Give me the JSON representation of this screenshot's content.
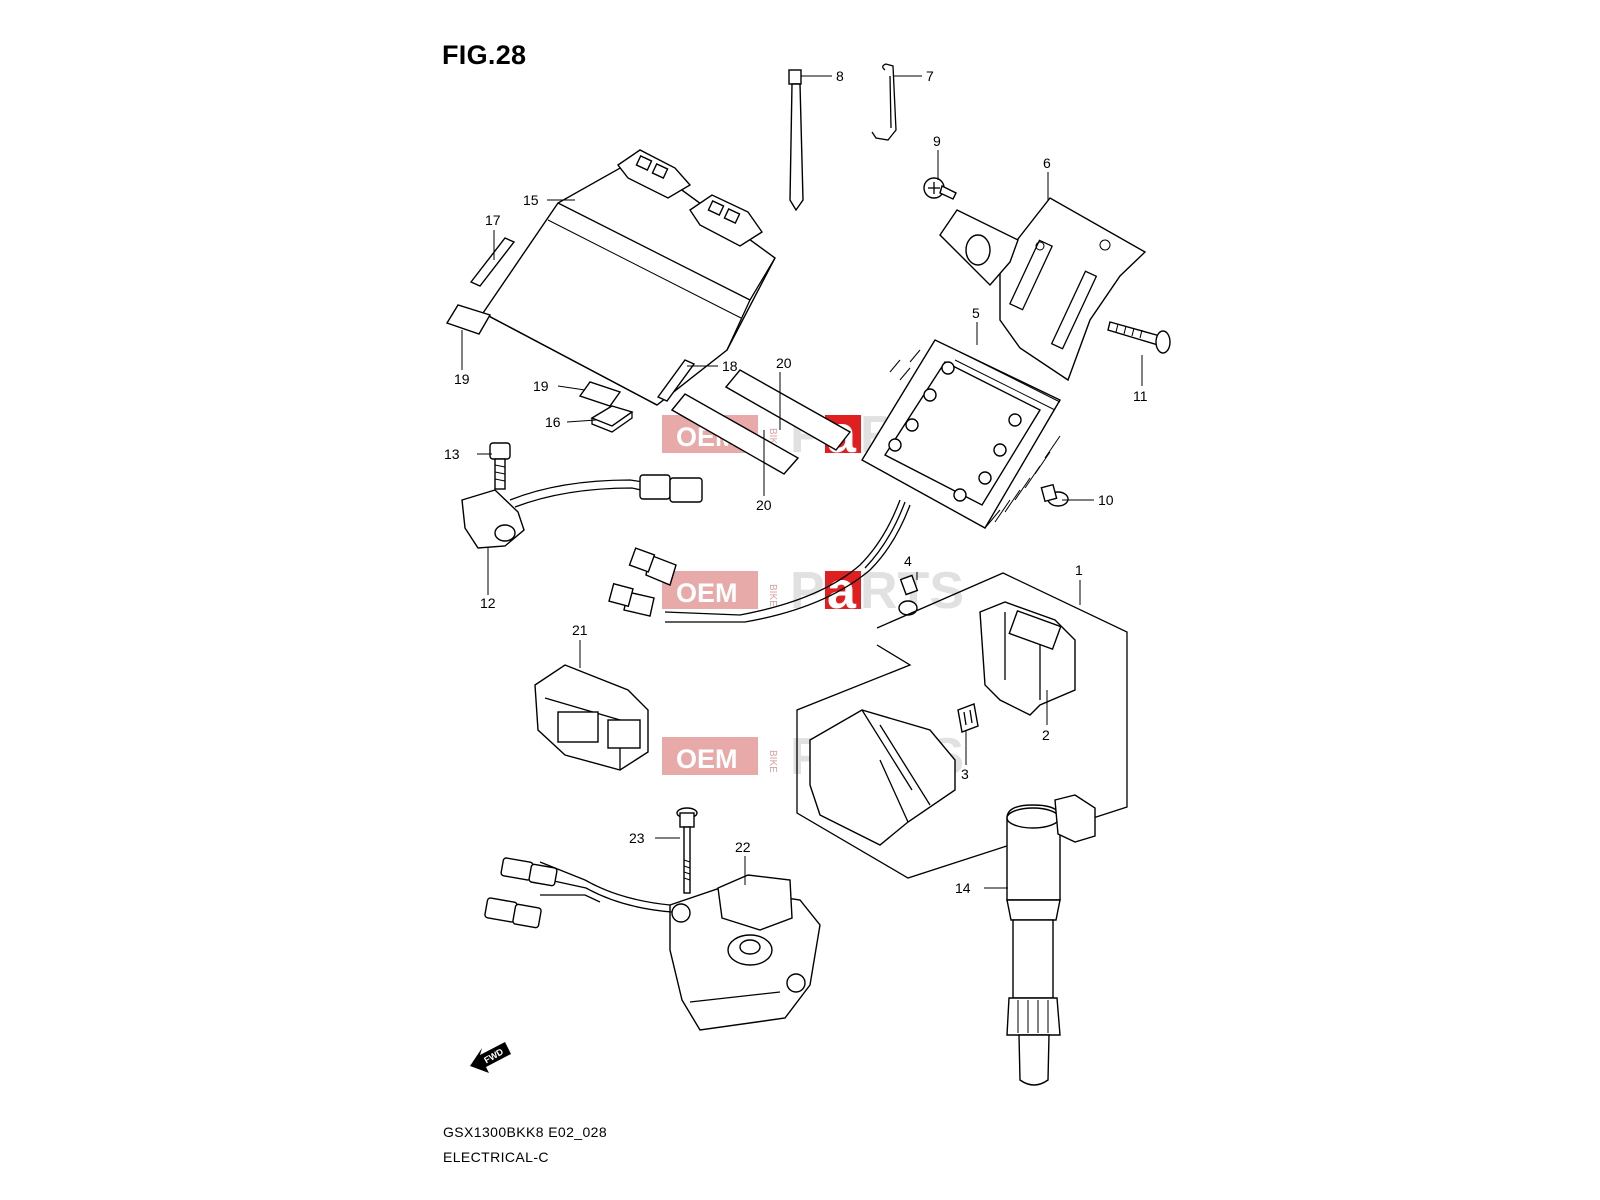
{
  "figure": {
    "title": "FIG.28",
    "model_code": "GSX1300BKK8 E02_028",
    "section": "ELECTRICAL-C"
  },
  "watermark": {
    "brand": "OEM",
    "tag": "BIKE",
    "word_start": "P",
    "word_accent": "a",
    "word_end": "RTS",
    "brand_color": "#e8a9a9",
    "accent_color": "#e02020"
  },
  "fwd_arrow": {
    "label": "FWD"
  },
  "callouts": {
    "c1": "1",
    "c2": "2",
    "c3": "3",
    "c4": "4",
    "c5": "5",
    "c6": "6",
    "c7": "7",
    "c8": "8",
    "c9": "9",
    "c10": "10",
    "c11": "11",
    "c12": "12",
    "c13": "13",
    "c14": "14",
    "c15": "15",
    "c16": "16",
    "c17": "17",
    "c18": "18",
    "c19a": "19",
    "c19b": "19",
    "c20a": "20",
    "c20b": "20",
    "c21": "21",
    "c22": "22",
    "c23": "23"
  }
}
